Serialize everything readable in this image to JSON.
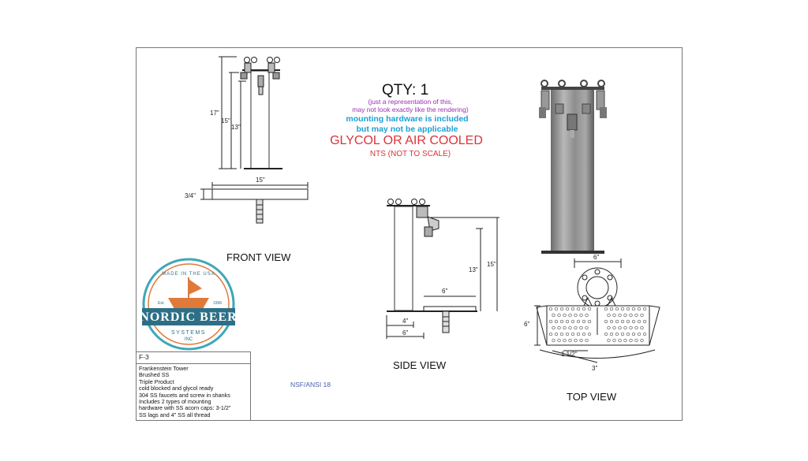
{
  "header": {
    "qty": "QTY: 1",
    "note_line1": "(just a representation of this,",
    "note_line2": "may not look exactly like the rendering)",
    "mounting_line1": "mounting hardware is included",
    "mounting_line2": "but may not be applicable",
    "cooling": "GLYCOL OR AIR COOLED",
    "scale_note": "NTS (NOT TO SCALE)"
  },
  "views": {
    "front": "FRONT VIEW",
    "side": "SIDE VIEW",
    "top": "TOP VIEW"
  },
  "certification": "NSF/ANSI 18",
  "logo": {
    "top_arc": "MADE IN THE USA",
    "brand": "NORDIC BEER",
    "sub": "SYSTEMS",
    "inc": "INC",
    "est_left": "Est.",
    "est_right": "1996"
  },
  "spec_box": {
    "code": "F-3",
    "lines": [
      "Frankenstein Tower",
      "Brushed SS",
      "Triple Product",
      "cold blocked and glycol ready",
      "304 SS faucets and screw in shanks",
      "Includes 2 types of mounting",
      "hardware with SS acorn caps: 3-1/2\"",
      "SS lags and 4\" SS all thread"
    ]
  },
  "dimensions": {
    "front_17": "17\"",
    "front_15": "15\"",
    "front_13": "13\"",
    "base_width": "15\"",
    "base_thickness": "3/4\"",
    "side_13": "13\"",
    "side_15": "15\"",
    "side_6_top": "6\"",
    "side_4": "4\"",
    "side_6_bottom": "6\"",
    "top_6_width": "6\"",
    "top_6_height": "6\"",
    "top_1_5": "1 1/2\"",
    "top_3": "3\""
  },
  "colors": {
    "note": "#9b2fb5",
    "mounting": "#1ba1d6",
    "cooling": "#d9343a",
    "logo_blue": "#2d6f86",
    "logo_orange": "#e07a3a",
    "logo_teal": "#3fa7b8"
  }
}
